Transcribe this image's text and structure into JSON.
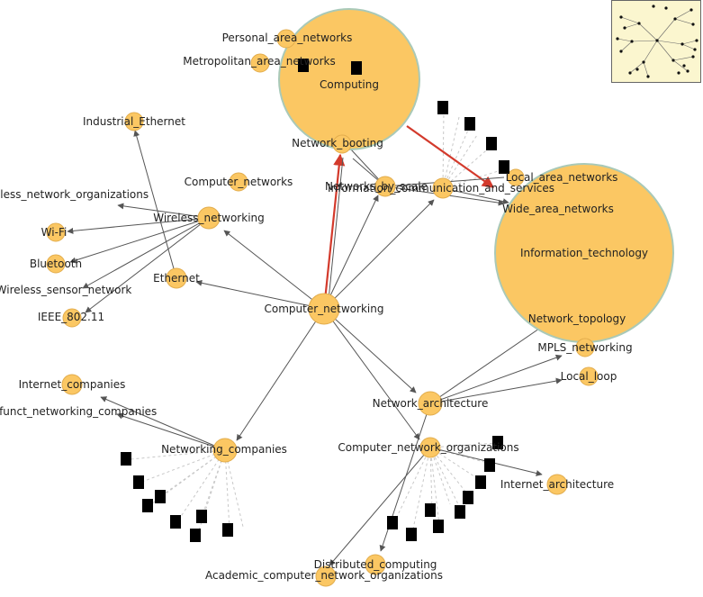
{
  "graph": {
    "nodes": {
      "computing": "Computing",
      "personal_area_networks": "Personal_area_networks",
      "metropolitan_area_networks": "Metropolitan_area_networks",
      "network_booting": "Network_booting",
      "industrial_ethernet": "Industrial_Ethernet",
      "computer_networks": "Computer_networks",
      "networks_by_scale": "Networks_by_scale",
      "wireless_network_organizations": "eless_network_organizations",
      "wireless_networking": "Wireless_networking",
      "wifi": "Wi-Fi",
      "bluetooth": "Bluetooth",
      "ethernet": "Ethernet",
      "wireless_sensor_network": "Wireless_sensor_network",
      "ieee_802_11": "IEEE_802.11",
      "computer_networking": "Computer_networking",
      "local_area_networks": "Local_area_networks",
      "information_communication_services": "Information_communication_and_services",
      "wide_area_networks": "Wide_area_networks",
      "information_technology": "Information_technology",
      "network_topology": "Network_topology",
      "mpls_networking": "MPLS_networking",
      "local_loop": "Local_loop",
      "internet_companies": "Internet_companies",
      "defunct_networking_companies": "efunct_networking_companies",
      "network_architecture": "Network_architecture",
      "networking_companies": "Networking_companies",
      "computer_network_organizations": "Computer_network_organizations",
      "internet_architecture": "Internet_architecture",
      "distributed_computing": "Distributed_computing",
      "academic_computer_network_organizations": "Academic_computer_network_organizations"
    }
  },
  "colors": {
    "node_fill": "#fbc763",
    "edge": "#555555",
    "highlight_edge": "#d33a2c",
    "overview_bg": "#fbf6cf"
  },
  "icons": [
    "document-icon",
    "overview-map"
  ]
}
